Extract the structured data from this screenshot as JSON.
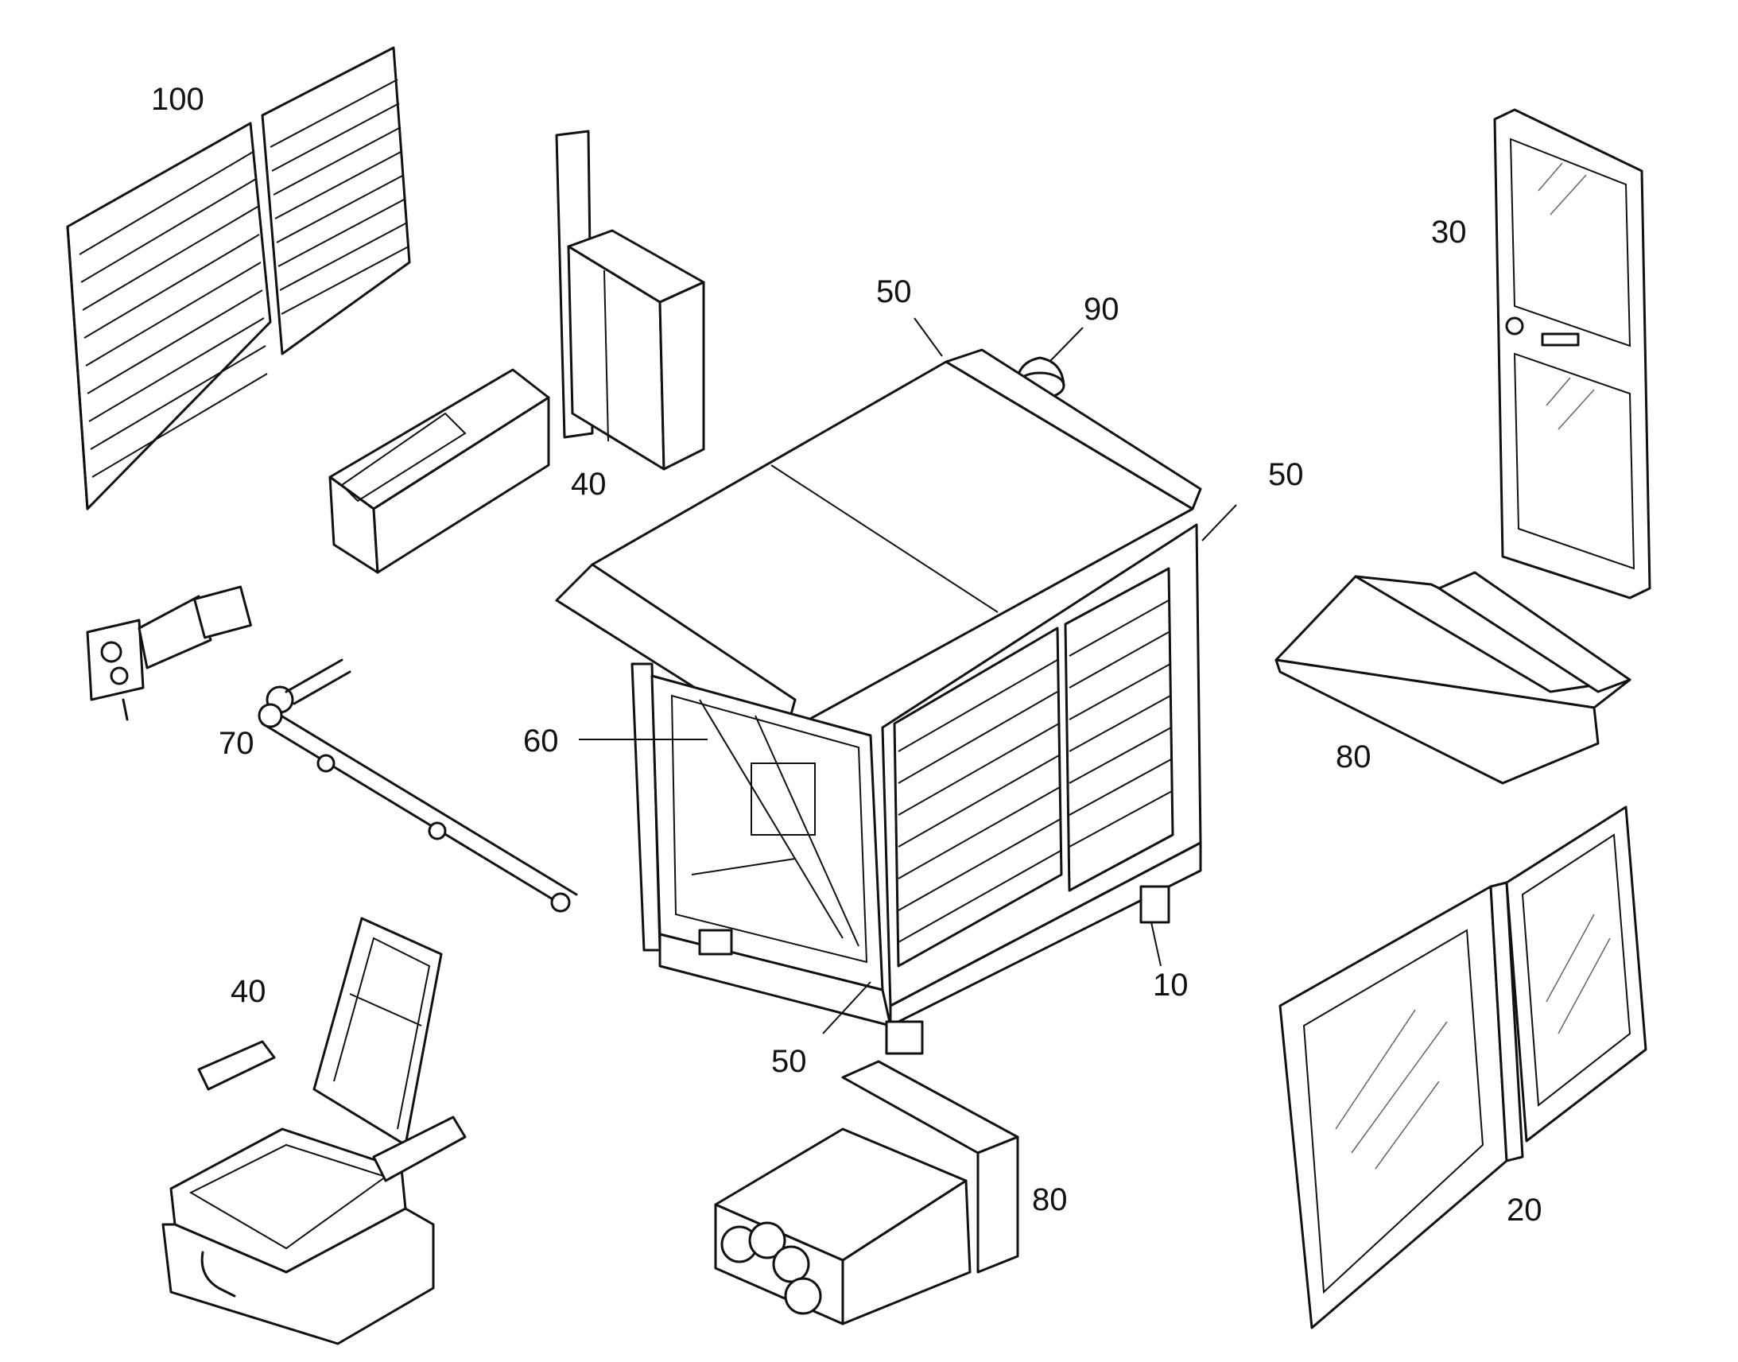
{
  "callouts": {
    "shutter_panels": "100",
    "electrical_box": "40",
    "control_box": "40",
    "seat": "40",
    "roof_front": "50",
    "roof_side": "50",
    "frame_bottom": "50",
    "beacon": "90",
    "rear_door": "30",
    "wiper_arm": "60",
    "pipe_assembly": "70",
    "ac_unit_right": "80",
    "ac_unit_bottom": "80",
    "cab_base": "10",
    "side_door": "20"
  }
}
